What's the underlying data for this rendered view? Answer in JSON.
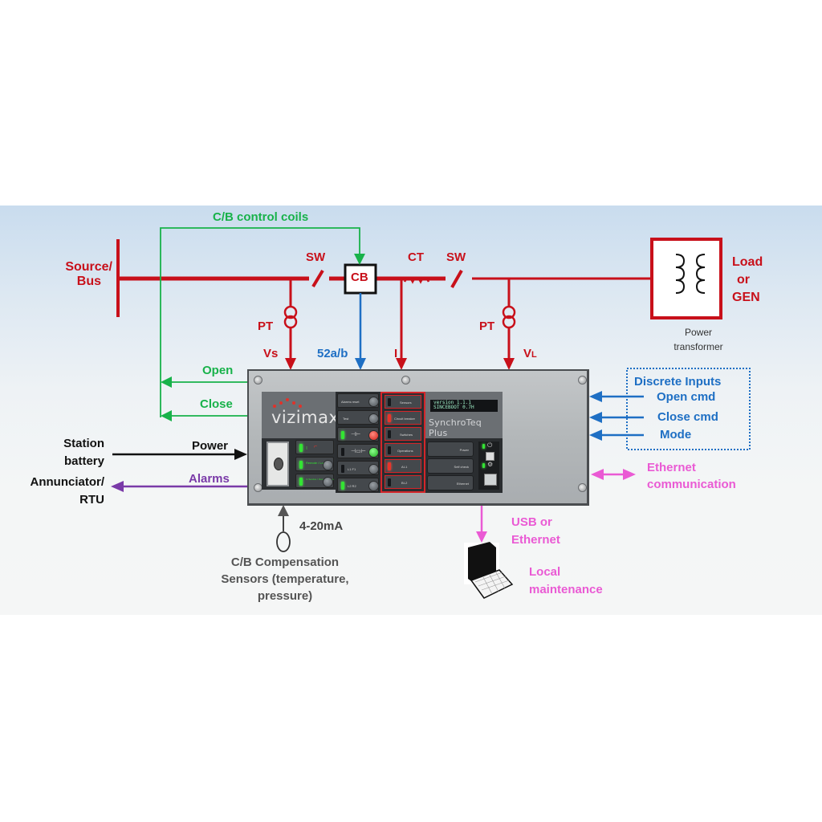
{
  "diagram": {
    "title": "SynchroTeq Plus CB control connection diagram",
    "top_labels": {
      "control_coils": "C/B control coils",
      "source_bus_line1": "Source/",
      "source_bus_line2": "Bus",
      "sw_left": "SW",
      "cb": "CB",
      "ct": "CT",
      "sw_right": "SW",
      "load_line1": "Load",
      "load_line2": "or",
      "load_line3": "GEN",
      "power_transformer_line1": "Power",
      "power_transformer_line2": "transformer",
      "pt_left": "PT",
      "pt_right": "PT"
    },
    "signals": {
      "vs": "Vs",
      "status_52ab": "52a/b",
      "current": "I",
      "vl_main": "V",
      "vl_sub": "L"
    },
    "left_connections": {
      "open": "Open",
      "close": "Close",
      "station_battery_line1": "Station",
      "station_battery_line2": "battery",
      "power": "Power",
      "annunciator_line1": "Annunciator/",
      "annunciator_line2": "RTU",
      "alarms": "Alarms"
    },
    "right_connections": {
      "discrete_inputs_title": "Discrete Inputs",
      "open_cmd": "Open cmd",
      "close_cmd": "Close cmd",
      "mode": "Mode",
      "ethernet_line1": "Ethernet",
      "ethernet_line2": "communication"
    },
    "bottom_connections": {
      "analog": "4-20mA",
      "sensors_line1": "C/B Compensation",
      "sensors_line2": "Sensors (temperature,",
      "sensors_line3": "pressure)",
      "usb_line1": "USB or",
      "usb_line2": "Ethernet",
      "local_line1": "Local",
      "local_line2": "maintenance"
    },
    "device": {
      "logo": "vizimax",
      "brand": "SynchroTeq Plus",
      "lcd_line1": "version 1.1.1",
      "lcd_line2": "SINCEBOOT 0.7H",
      "mid_buttons": [
        "Alarms reset",
        "Test",
        "",
        "",
        "L1  F1",
        "L2  R2"
      ],
      "red_buttons": [
        "Sensors",
        "Circuit breaker",
        "Switches",
        "Operations",
        "AI-1",
        "BI-2"
      ],
      "right_buttons": [
        "Power",
        "Self check",
        "Ethernet"
      ],
      "left_buttons": [
        "",
        "Remote / Local",
        "In Service / Out of Service"
      ]
    },
    "colors": {
      "power_line": "#c8101a",
      "control_green": "#18b24a",
      "status_blue": "#1e6fc4",
      "alarm_purple": "#7a3aa8",
      "comm_pink": "#ea5ad4"
    }
  }
}
